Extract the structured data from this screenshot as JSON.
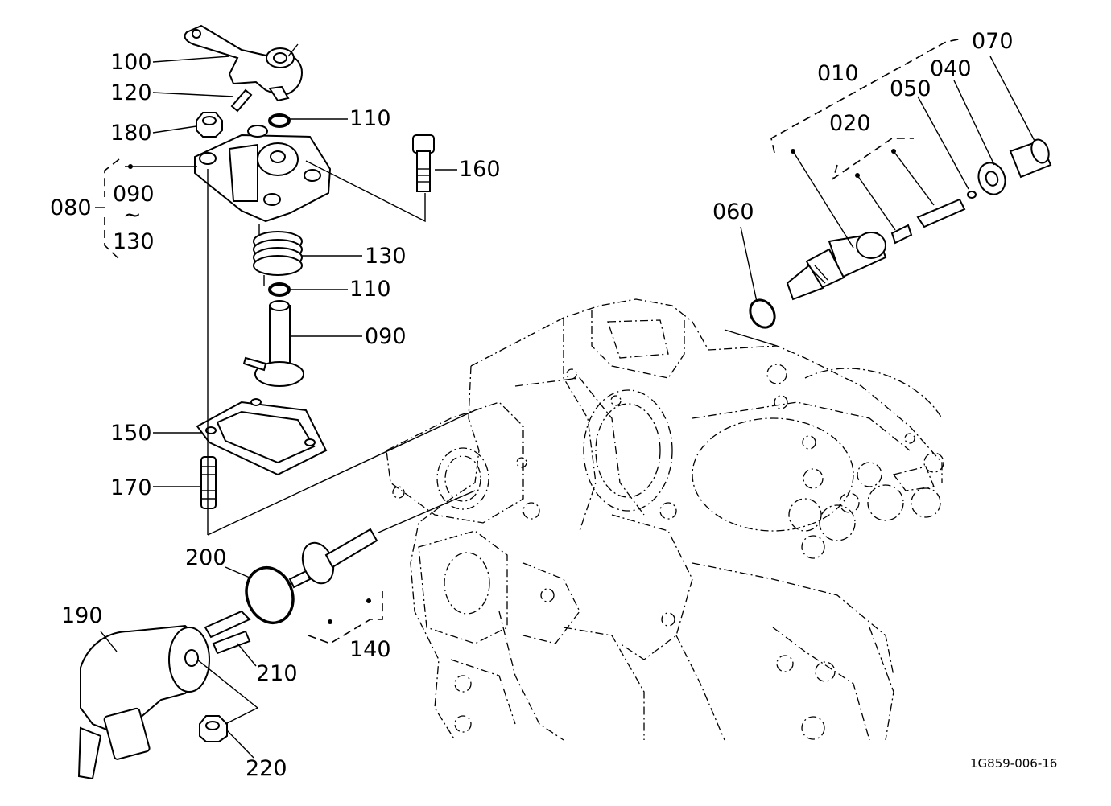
{
  "diagram": {
    "part_labels": [
      {
        "id": "p100",
        "text": "100"
      },
      {
        "id": "p120",
        "text": "120"
      },
      {
        "id": "p180",
        "text": "180"
      },
      {
        "id": "p110a",
        "text": "110"
      },
      {
        "id": "p160",
        "text": "160"
      },
      {
        "id": "p080",
        "text": "080"
      },
      {
        "id": "p090a",
        "text": "090"
      },
      {
        "id": "ptilde",
        "text": "~"
      },
      {
        "id": "p130a",
        "text": "130"
      },
      {
        "id": "p130b",
        "text": "130"
      },
      {
        "id": "p110b",
        "text": "110"
      },
      {
        "id": "p090b",
        "text": "090"
      },
      {
        "id": "p150",
        "text": "150"
      },
      {
        "id": "p170",
        "text": "170"
      },
      {
        "id": "p200",
        "text": "200"
      },
      {
        "id": "p190",
        "text": "190"
      },
      {
        "id": "p210",
        "text": "210"
      },
      {
        "id": "p140",
        "text": "140"
      },
      {
        "id": "p220",
        "text": "220"
      },
      {
        "id": "p010",
        "text": "010"
      },
      {
        "id": "p070",
        "text": "070"
      },
      {
        "id": "p040",
        "text": "040"
      },
      {
        "id": "p050",
        "text": "050"
      },
      {
        "id": "p020",
        "text": "020"
      },
      {
        "id": "p060",
        "text": "060"
      }
    ],
    "drawing_code": "1G859-006-16"
  }
}
